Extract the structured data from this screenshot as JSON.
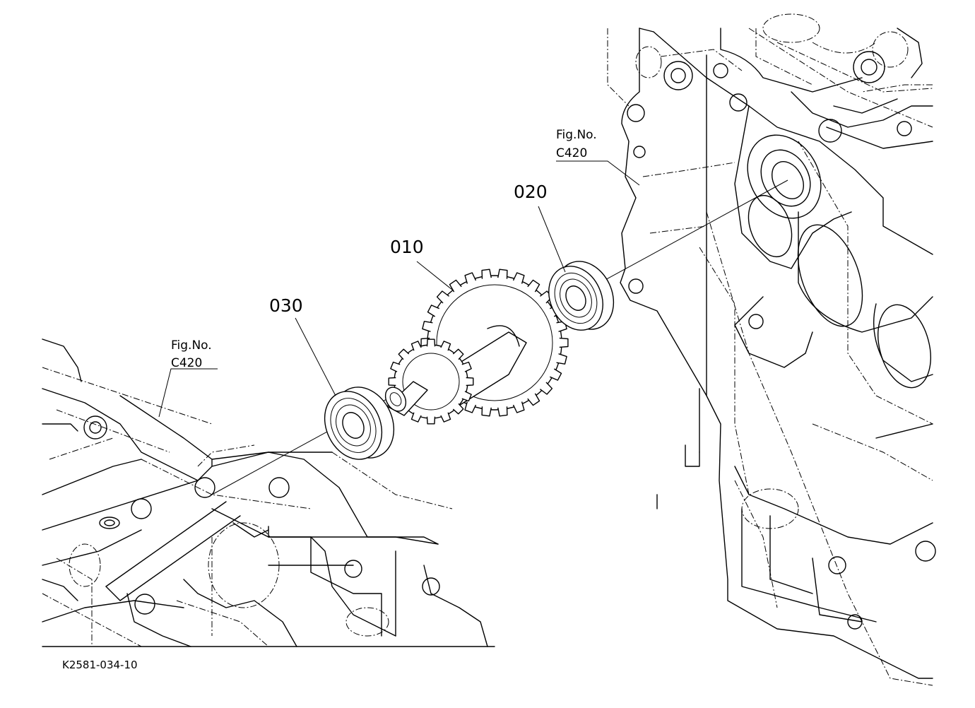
{
  "drawing_code": "K2581-034-10",
  "parts": [
    {
      "id": "part-010",
      "number": "010"
    },
    {
      "id": "part-020",
      "number": "020"
    },
    {
      "id": "part-030",
      "number": "030"
    }
  ],
  "figure_refs": [
    {
      "line1": "Fig.No.",
      "line2": "C420"
    },
    {
      "line1": "Fig.No.",
      "line2": "C420"
    }
  ]
}
